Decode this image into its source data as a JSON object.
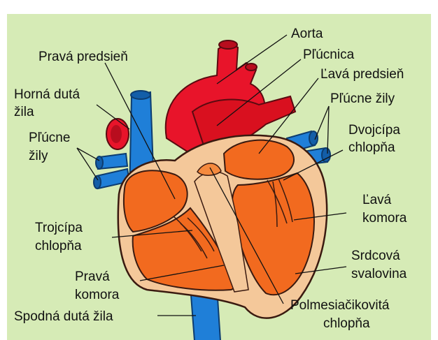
{
  "labels": {
    "aorta": "Aorta",
    "pulmonary_trunk": "Pľúcnica",
    "right_atrium": "Pravá predsieň",
    "left_atrium": "Ľavá predsieň",
    "superior_vena_cava_line1": "Horná dutá",
    "superior_vena_cava_line2": "žila",
    "pulmonary_veins_right": "Pľúcne žily",
    "pulmonary_veins_left_line1": "Pľúcne",
    "pulmonary_veins_left_line2": "žily",
    "mitral_valve_line1": "Dvojcípa",
    "mitral_valve_line2": "chlopňa",
    "tricuspid_valve_line1": "Trojcípa",
    "tricuspid_valve_line2": "chlopňa",
    "left_ventricle_line1": "Ľavá",
    "left_ventricle_line2": "komora",
    "right_ventricle_line1": "Pravá",
    "right_ventricle_line2": "komora",
    "myocardium_line1": "Srdcová",
    "myocardium_line2": "svalovina",
    "inferior_vena_cava": "Spodná dutá žila",
    "semilunar_valve_line1": "Polmesiačikovitá",
    "semilunar_valve_line2": "chlopňa"
  },
  "colors": {
    "background": "#d6ebb6",
    "artery_red": "#e8142a",
    "artery_dark": "#b80d1e",
    "vein_blue": "#1f7fd8",
    "vein_dark": "#135ea8",
    "chamber_orange": "#f26a1f",
    "chamber_light": "#f58a3e",
    "wall_tan": "#f4c89a",
    "outline": "#3a1a10"
  }
}
